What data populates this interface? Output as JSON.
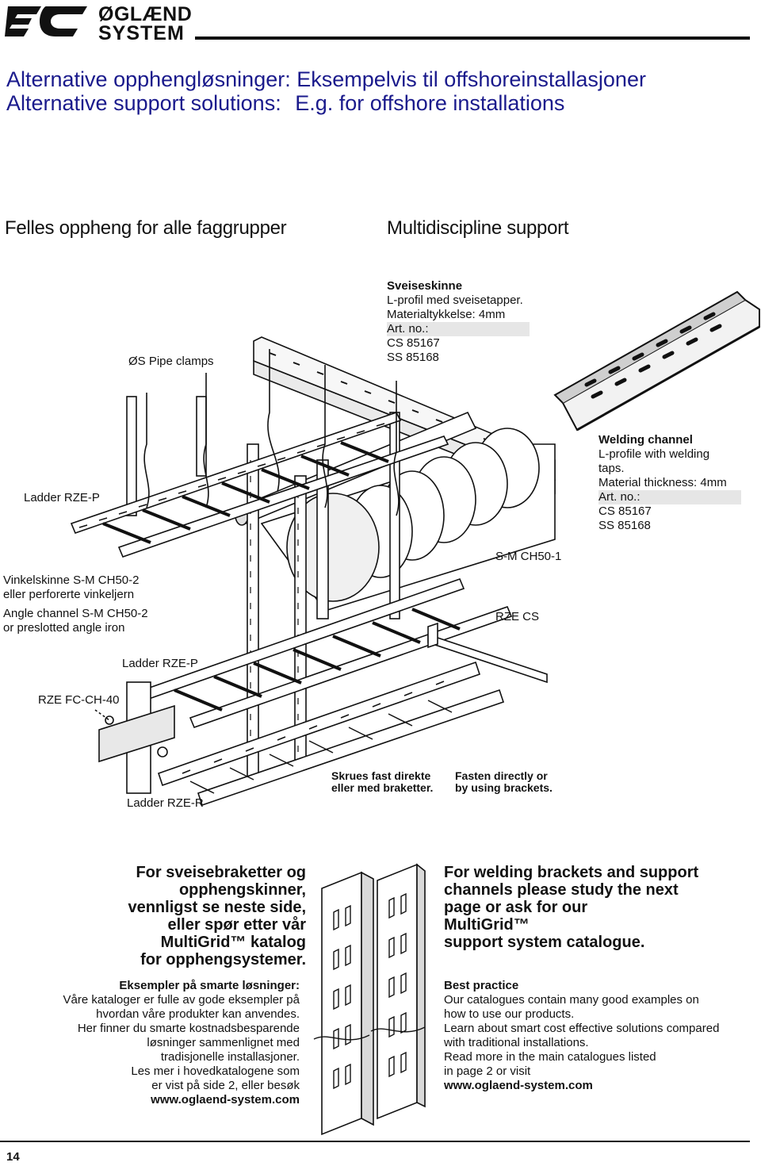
{
  "header": {
    "brand_line1": "ØGLÆND",
    "brand_line2": "SYSTEM"
  },
  "title": {
    "no_label": "Alternative opphengløsninger:",
    "no_text": "Eksempelvis til offshoreinstallasjoner",
    "en_label": "Alternative support solutions:",
    "en_text": "E.g. for offshore installations"
  },
  "sections": {
    "left_heading": "Felles oppheng for alle faggrupper",
    "right_heading": "Multidiscipline support"
  },
  "labels": {
    "pipe_clamps": "ØS Pipe clamps",
    "sveiseskinne": {
      "title": "Sveiseskinne",
      "line1": "L-profil med sveisetapper.",
      "line2": "Materialtykkelse: 4mm",
      "artno": "Art. no.:",
      "cs": "CS 85167",
      "ss": "SS 85168"
    },
    "welding_channel": {
      "title": "Welding channel",
      "line1": "L-profile with welding",
      "line2": "taps.",
      "line3": "Material thickness: 4mm",
      "artno": "Art. no.:",
      "cs": "CS 85167",
      "ss": "SS 85168"
    },
    "ladder_rze_p_top": "Ladder RZE-P",
    "smch50_1": "S-M CH50-1",
    "vinkelskinne_1": "Vinkelskinne S-M CH50-2",
    "vinkelskinne_2": "eller perforerte vinkeljern",
    "angle_1": "Angle channel S-M CH50-2",
    "angle_2": "or preslotted angle iron",
    "rze_cs": "RZE CS",
    "ladder_rze_p_mid": "Ladder RZE-P",
    "rze_fc": "RZE FC-CH-40",
    "ladder_rze_r": "Ladder RZE-R",
    "skrues_1": "Skrues fast direkte",
    "skrues_2": "eller med braketter.",
    "fasten_1": "Fasten directly or",
    "fasten_2": "by using brackets."
  },
  "notes": {
    "no_big": [
      "For sveisebraketter og",
      "opphengskinner,",
      "vennligst se neste side,",
      "eller spør etter vår",
      "MultiGrid™ katalog",
      "for opphengsystemer."
    ],
    "en_big": [
      "For welding brackets and support",
      "channels please study the next",
      "page or ask for our",
      "MultiGrid™",
      "support system catalogue."
    ],
    "no_small_title": "Eksempler på smarte løsninger:",
    "no_small": [
      "Våre kataloger er fulle av gode eksempler på",
      "hvordan våre produkter kan anvendes.",
      "Her finner du smarte kostnadsbesparende",
      "løsninger sammenlignet med",
      "tradisjonelle installasjoner.",
      "Les mer i hovedkatalogene som",
      "er vist på side 2, eller besøk"
    ],
    "no_link": "www.oglaend-system.com",
    "en_small_title": "Best practice",
    "en_small": [
      "Our catalogues contain many good examples on",
      "how to use our products.",
      "Learn about smart cost effective solutions compared",
      "with traditional installations.",
      "Read more in the main catalogues listed",
      "in page 2 or visit"
    ],
    "en_link": "www.oglaend-system.com"
  },
  "footer": {
    "page_number": "14"
  }
}
